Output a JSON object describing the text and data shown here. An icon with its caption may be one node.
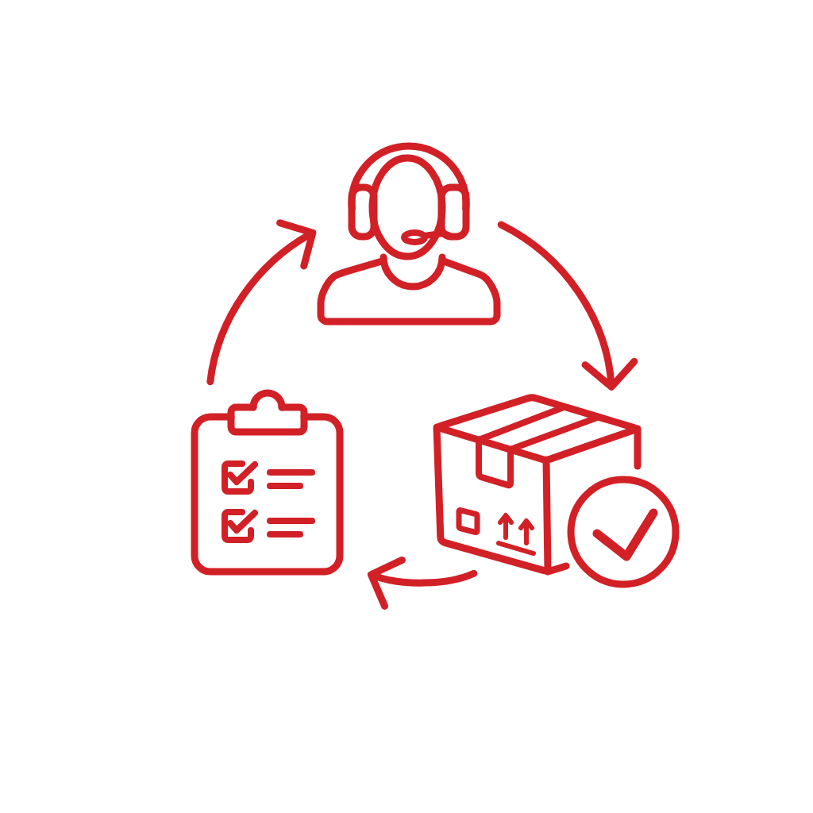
{
  "diagram": {
    "nodes": [
      {
        "text": [],
        "shape": "person"
      },
      {
        "text": [],
        "shape": "picture"
      },
      {
        "text": [],
        "shape": "picture"
      }
    ],
    "edges": [
      {
        "from": 1,
        "to": 0,
        "arrow": "to"
      },
      {
        "from": 0,
        "to": 2,
        "arrow": "to"
      },
      {
        "from": 2,
        "to": 1,
        "arrow": "to"
      }
    ]
  }
}
